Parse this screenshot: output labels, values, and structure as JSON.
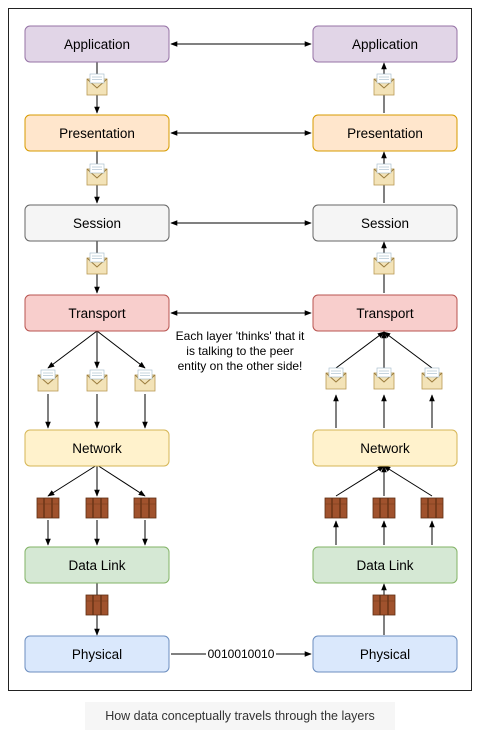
{
  "layers": [
    {
      "key": "application",
      "label": "Application",
      "fill": "#e1d5e7",
      "stroke": "#9673a6"
    },
    {
      "key": "presentation",
      "label": "Presentation",
      "fill": "#ffe6cc",
      "stroke": "#d79b00"
    },
    {
      "key": "session",
      "label": "Session",
      "fill": "#f5f5f5",
      "stroke": "#666666"
    },
    {
      "key": "transport",
      "label": "Transport",
      "fill": "#f8cecc",
      "stroke": "#b85450"
    },
    {
      "key": "network",
      "label": "Network",
      "fill": "#fff2cc",
      "stroke": "#d6b656"
    },
    {
      "key": "datalink",
      "label": "Data Link",
      "fill": "#d5e8d4",
      "stroke": "#82b366"
    },
    {
      "key": "physical",
      "label": "Physical",
      "fill": "#dae8fc",
      "stroke": "#6c8ebf"
    }
  ],
  "note": {
    "line1": "Each layer 'thinks' that it",
    "line2": "is talking to the peer",
    "line3": "entity on the other side!"
  },
  "bits": "0010010010",
  "caption": "How data conceptually travels through the layers"
}
